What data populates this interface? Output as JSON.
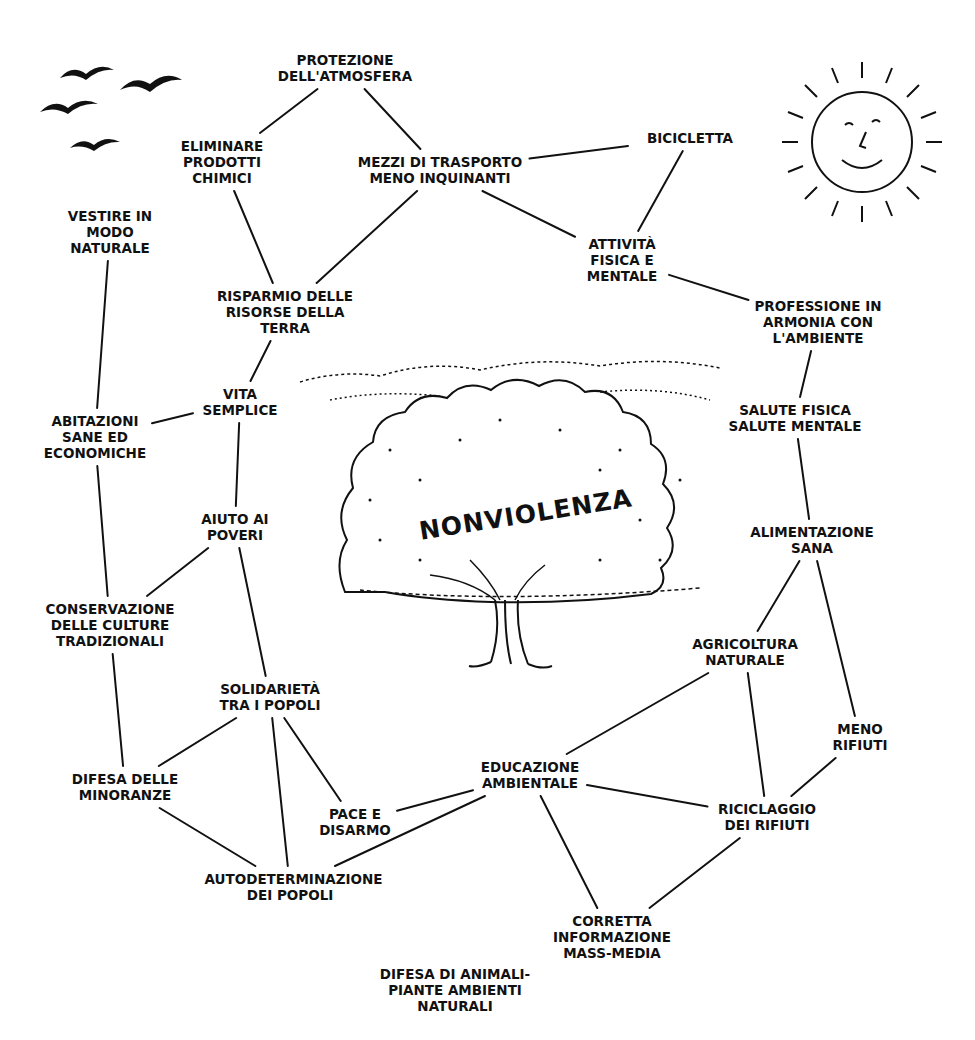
{
  "diagram": {
    "nodes": [
      {
        "text": [
          "PROTEZIONE DELL'ATMOSFERA"
        ]
      },
      {
        "text": [
          "ELIMINARE PRODOTTI CHIMICI"
        ]
      },
      {
        "text": [
          "MEZZI DI TRASPORTO MENO INQUINANTI"
        ]
      },
      {
        "text": [
          "BICICLETTA"
        ]
      },
      {
        "text": [
          "VESTIRE IN MODO NATURALE"
        ]
      },
      {
        "text": [
          "ATTIVITÀ FISICA E MENTALE"
        ]
      },
      {
        "text": [
          "RISPARMIO DELLE RISORSE DELLA TERRA"
        ]
      },
      {
        "text": [
          "PROFESSIONE IN ARMONIA CON L'AMBIENTE"
        ]
      },
      {
        "text": [
          "VITA SEMPLICE"
        ]
      },
      {
        "text": [
          "ABITAZIONI SANE ED ECONOMICHE"
        ]
      },
      {
        "text": [
          "SALUTE FISICA SALUTE MENTALE"
        ]
      },
      {
        "text": [
          "AIUTO AI POVERI"
        ]
      },
      {
        "text": [
          "ALIMENTAZIONE SANA"
        ]
      },
      {
        "text": [
          "CONSERVAZIONE DELLE CULTURE TRADIZIONALI"
        ]
      },
      {
        "text": [
          "AGRICOLTURA NATURALE"
        ]
      },
      {
        "text": [
          "SOLIDARIETÀ TRA I POPOLI"
        ]
      },
      {
        "text": [
          "MENO RIFIUTI"
        ]
      },
      {
        "text": [
          "DIFESA DELLE MINORANZE"
        ]
      },
      {
        "text": [
          "EDUCAZIONE AMBIENTALE"
        ]
      },
      {
        "text": [
          "PACE E DISARMO"
        ]
      },
      {
        "text": [
          "RICICLAGGIO DEI RIFIUTI"
        ]
      },
      {
        "text": [
          "AUTODETERMINAZIONE DEI POPOLI"
        ]
      },
      {
        "text": [
          "CORRETTA INFORMAZIONE MASS-MEDIA"
        ]
      },
      {
        "text": [
          "DIFESA DI ANIMALI-PIANTE AMBIENTI NATURALI"
        ]
      }
    ],
    "edges": [
      {
        "from": 0,
        "to": 1,
        "arrow": "none"
      },
      {
        "from": 0,
        "to": 2,
        "arrow": "none"
      },
      {
        "from": 2,
        "to": 3,
        "arrow": "none"
      },
      {
        "from": 2,
        "to": 5,
        "arrow": "none"
      },
      {
        "from": 3,
        "to": 5,
        "arrow": "none"
      },
      {
        "from": 2,
        "to": 6,
        "arrow": "none"
      },
      {
        "from": 1,
        "to": 6,
        "arrow": "none"
      },
      {
        "from": 4,
        "to": 9,
        "arrow": "none"
      },
      {
        "from": 5,
        "to": 7,
        "arrow": "none"
      },
      {
        "from": 7,
        "to": 10,
        "arrow": "none"
      },
      {
        "from": 6,
        "to": 8,
        "arrow": "none"
      },
      {
        "from": 8,
        "to": 9,
        "arrow": "none"
      },
      {
        "from": 8,
        "to": 11,
        "arrow": "none"
      },
      {
        "from": 9,
        "to": 13,
        "arrow": "none"
      },
      {
        "from": 11,
        "to": 13,
        "arrow": "none"
      },
      {
        "from": 11,
        "to": 15,
        "arrow": "none"
      },
      {
        "from": 10,
        "to": 12,
        "arrow": "none"
      },
      {
        "from": 12,
        "to": 14,
        "arrow": "none"
      },
      {
        "from": 12,
        "to": 16,
        "arrow": "none"
      },
      {
        "from": 14,
        "to": 20,
        "arrow": "none"
      },
      {
        "from": 14,
        "to": 18,
        "arrow": "none"
      },
      {
        "from": 16,
        "to": 20,
        "arrow": "none"
      },
      {
        "from": 13,
        "to": 17,
        "arrow": "none"
      },
      {
        "from": 15,
        "to": 17,
        "arrow": "none"
      },
      {
        "from": 15,
        "to": 19,
        "arrow": "none"
      },
      {
        "from": 15,
        "to": 21,
        "arrow": "none"
      },
      {
        "from": 17,
        "to": 21,
        "arrow": "none"
      },
      {
        "from": 18,
        "to": 19,
        "arrow": "none"
      },
      {
        "from": 18,
        "to": 20,
        "arrow": "none"
      },
      {
        "from": 18,
        "to": 21,
        "arrow": "none"
      },
      {
        "from": 18,
        "to": 22,
        "arrow": "none"
      },
      {
        "from": 20,
        "to": 22,
        "arrow": "none"
      }
    ],
    "labels": [
      "NONVIOLENZA"
    ]
  }
}
